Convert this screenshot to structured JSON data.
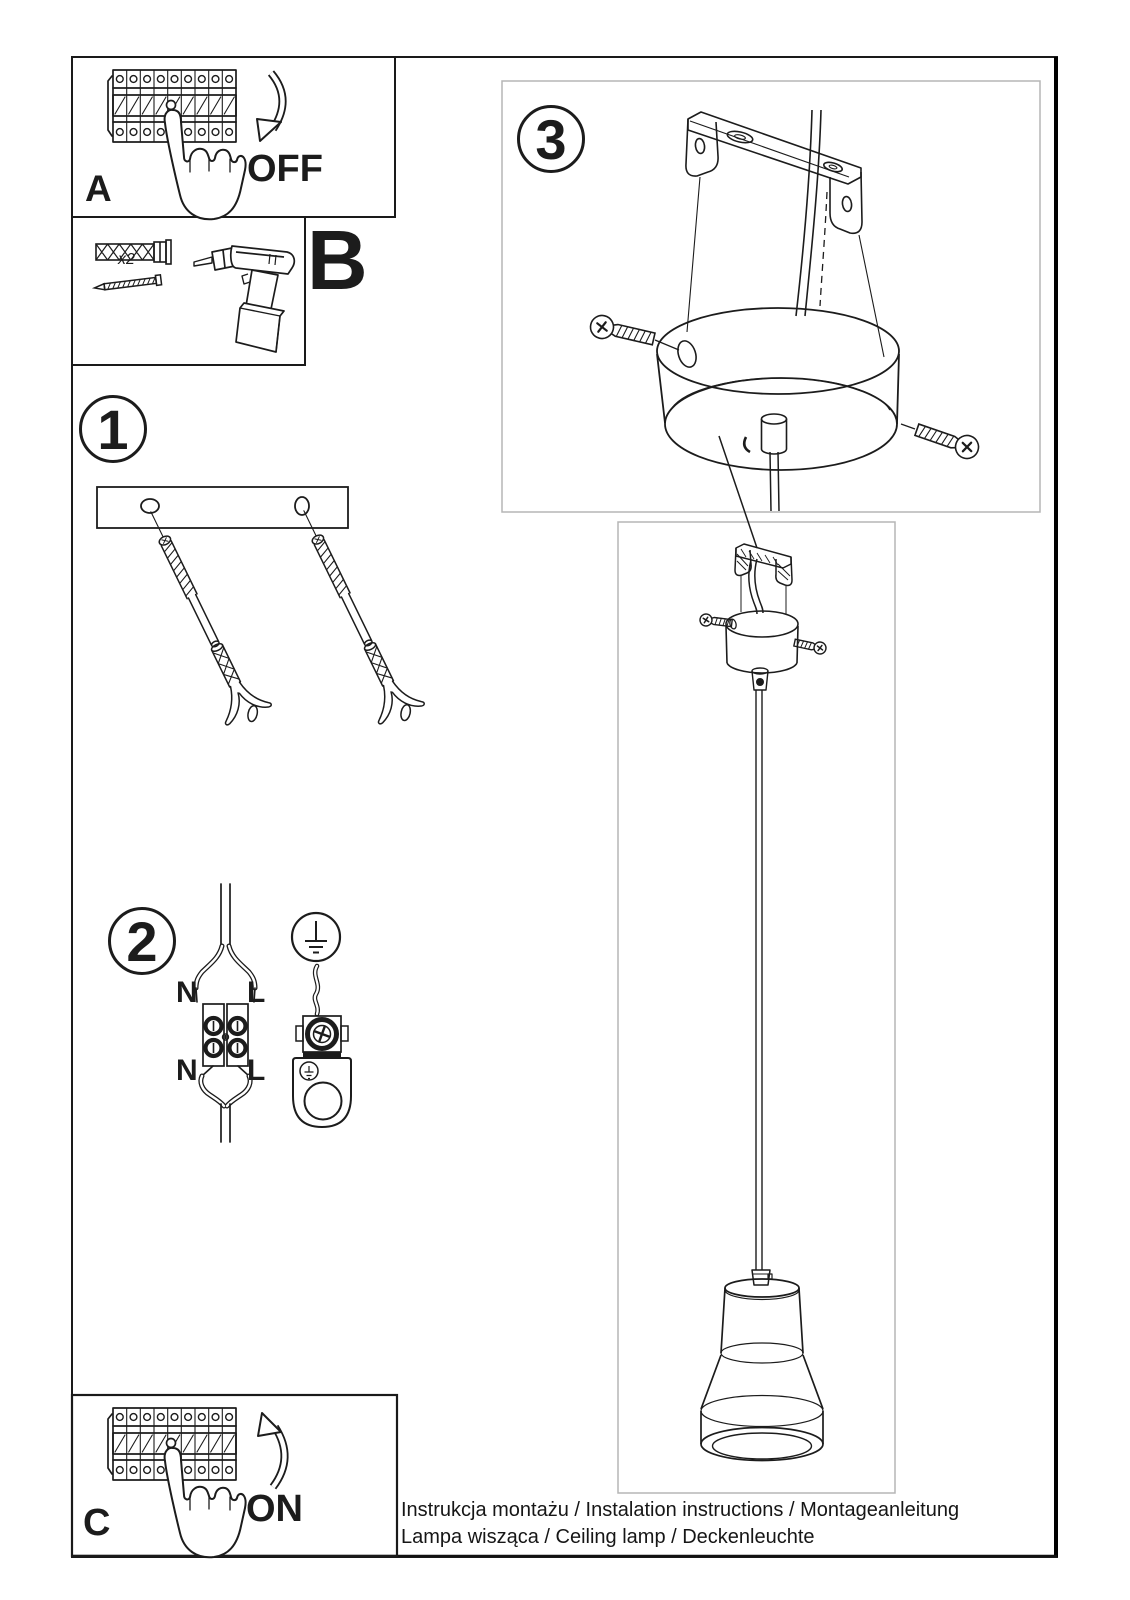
{
  "sheet": {
    "steps": {
      "a": "A",
      "b": "B",
      "c": "C",
      "s1": "1",
      "s2": "2",
      "s3": "3"
    },
    "power": {
      "off": "OFF",
      "on": "ON"
    },
    "quantity_note": "x2",
    "wiring": {
      "n_top": "N",
      "l_top": "L",
      "n_bottom": "N",
      "l_bottom": "L"
    },
    "footer": {
      "line1": "Instrukcja montażu / Instalation instructions / Montageanleitung",
      "line2": "Lampa wisząca / Ceiling lamp / Deckenleuchte"
    },
    "colors": {
      "ink": "#1c1c1c",
      "panel_border_light": "#b5b5b5",
      "paper": "#ffffff"
    }
  }
}
